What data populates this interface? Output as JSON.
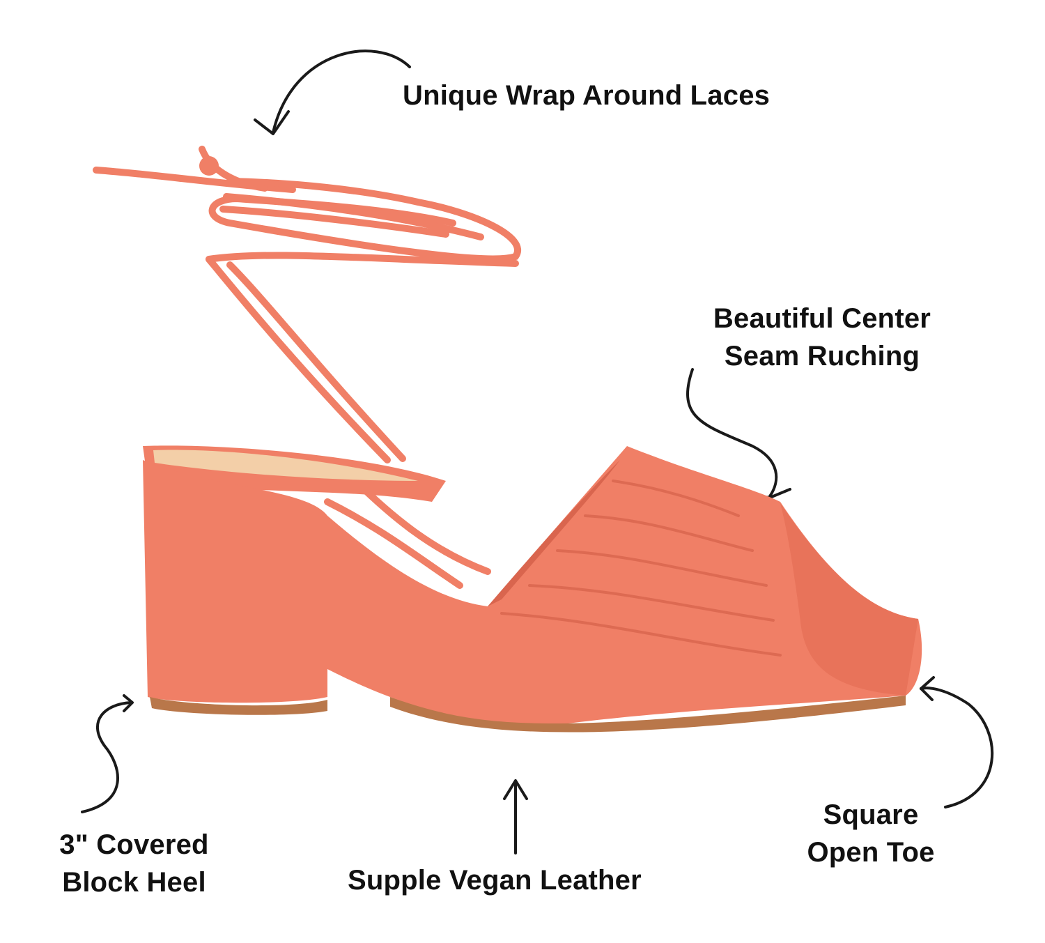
{
  "callouts": {
    "laces": "Unique Wrap Around Laces",
    "ruching_line1": "Beautiful Center",
    "ruching_line2": "Seam Ruching",
    "heel_line1": "3\" Covered",
    "heel_line2": "Block Heel",
    "leather": "Supple Vegan Leather",
    "toe_line1": "Square",
    "toe_line2": "Open Toe"
  },
  "colors": {
    "shoe": "#f07f66",
    "shoe_shadow": "#d9654e",
    "insole": "#f3cfa8",
    "sole_edge": "#b9774a",
    "text": "#111111"
  }
}
